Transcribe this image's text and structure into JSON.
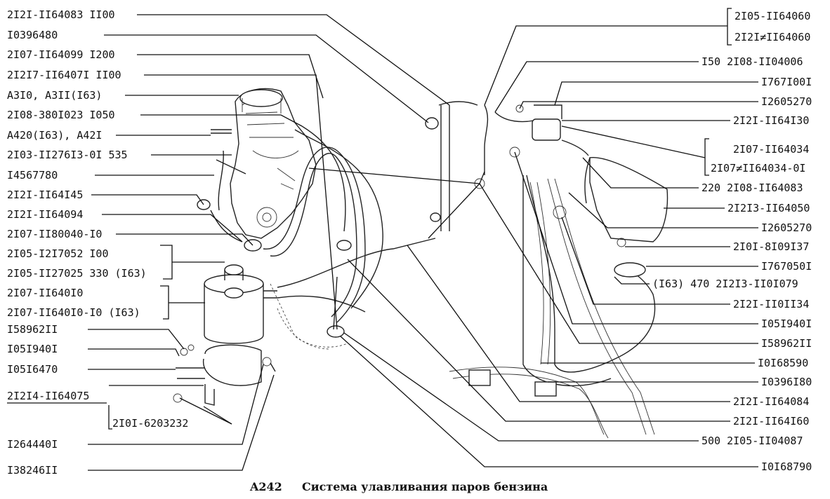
{
  "labels_left": [
    "2I2I-II64083 II00",
    "I0396480",
    "2I07-II64099 I200",
    "2I2I7-II6407I II00",
    "A3I0, A3II(I63)",
    "2I08-380I023 I050",
    "A420(I63), A42I",
    "2I03-II276I3-0I 535",
    "I4567780",
    "2I2I-II64I45",
    "2I2I-II64094",
    "2I07-II80040-I0",
    "2I05-I2I7052 I00",
    "2I05-II27025 330 (I63)",
    "2I07-II640I0",
    "2I07-II640I0-I0 (I63)",
    "I58962II",
    "I05I940I",
    "I05I6470",
    "2I2I4-II64075",
    "2I0I-6203232",
    "I264440I",
    "I38246II"
  ],
  "labels_right": [
    "2I05-II64060",
    "2I2I≠II64060",
    "I50 2I08-II04006",
    "I767I00I",
    "I2605270",
    "2I2I-II64I30",
    "2I07-II64034",
    "2I07≠II64034-0I",
    "220 2I08-II64083",
    "2I2I3-II64050",
    "I2605270",
    "2I0I-8I09I37",
    "I767050I",
    "(I63) 470 2I2I3-II0I079",
    "2I2I-II0II34",
    "I05I940I",
    "I58962II",
    "I0I68590",
    "I0396I80",
    "2I2I-II64084",
    "2I2I-II64I60",
    "500 2I05-II04087",
    "I0I68790"
  ],
  "caption": {
    "code": "A242",
    "title": "Система улавливания паров бензина"
  }
}
